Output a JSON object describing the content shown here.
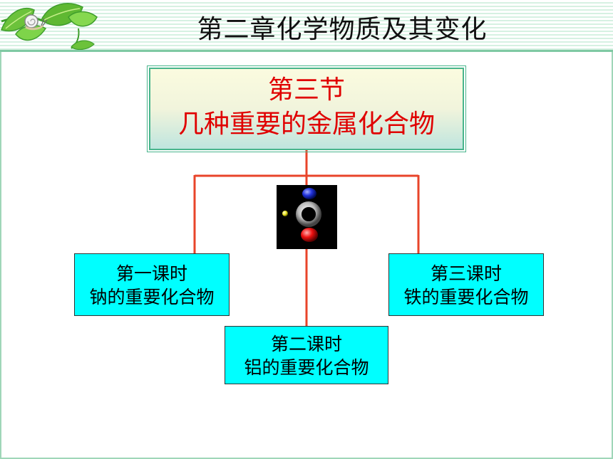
{
  "title": "第二章化学物质及其变化",
  "section": {
    "line1": "第三节",
    "line2": "几种重要的金属化合物"
  },
  "lessons": [
    {
      "period": "第一课时",
      "topic": "钠的重要化合物"
    },
    {
      "period": "第二课时",
      "topic": "铝的重要化合物"
    },
    {
      "period": "第三课时",
      "topic": "铁的重要化合物"
    }
  ],
  "colors": {
    "title_text": "#111111",
    "section_text": "#e00000",
    "lesson_box": "#00ffff",
    "connector": "#e8442a",
    "section_border": "#49b58c"
  },
  "icons": {
    "decoration": "leaf-snail-icon",
    "center_image": "atom-model-icon"
  }
}
